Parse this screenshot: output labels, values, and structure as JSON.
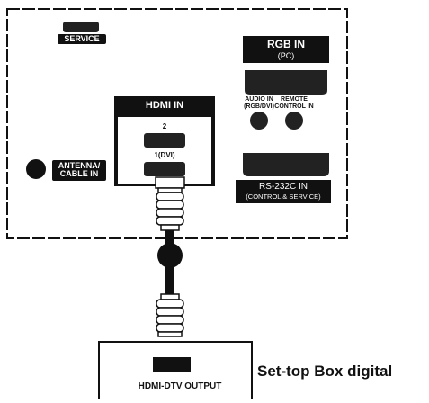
{
  "panel": {
    "service_label": "SERVICE",
    "rgb_in_label": "RGB IN",
    "rgb_in_sub": "(PC)",
    "audio_in_label": "AUDIO IN",
    "audio_in_sub": "(RGB/DVI)",
    "remote_label": "REMOTE",
    "remote_sub": "CONTROL IN",
    "hdmi_in_label": "HDMI IN",
    "hdmi_port_2": "2",
    "hdmi_port_1": "1(DVI)",
    "antenna_label": "ANTENNA/",
    "antenna_sub": "CABLE IN",
    "rs232_label": "RS-232C IN",
    "rs232_sub": "(CONTROL & SERVICE)"
  },
  "device": {
    "name": "Set-top Box digital",
    "output_label": "HDMI-DTV OUTPUT"
  }
}
